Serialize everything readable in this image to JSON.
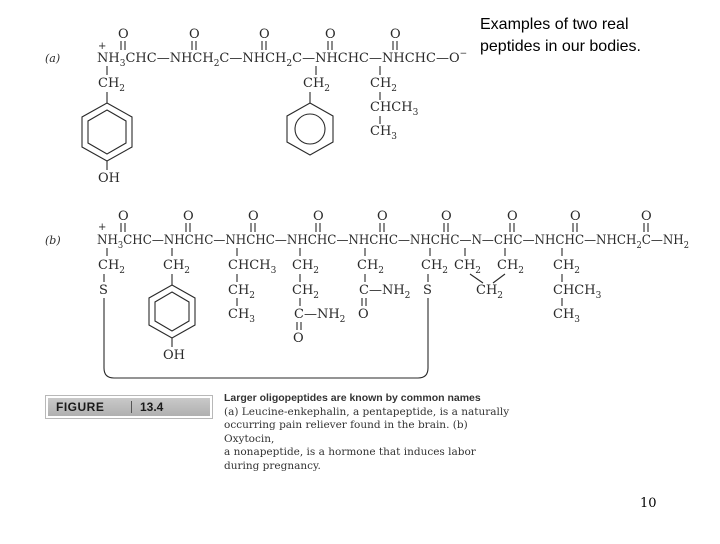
{
  "note": {
    "line1": "Examples of two real",
    "line2": "peptides in our bodies."
  },
  "figure": {
    "word": "FIGURE",
    "number": "13.4"
  },
  "caption": {
    "heading": "Larger oligopeptides are known by common names",
    "lines": [
      "(a) Leucine-enkephalin, a pentapeptide, is a naturally",
      "occurring pain reliever found in the brain. (b) Oxytocin,",
      "a nonapeptide, is a hormone that induces labor",
      "during pregnancy."
    ]
  },
  "page_number": "10",
  "structure_a": {
    "label": "(a)",
    "charge_plus": "+",
    "backbone": [
      "NH",
      "3",
      "CHC",
      "NHCH",
      "2",
      "C",
      "NHCH",
      "2",
      "C",
      "NHCHC",
      "NHCHC",
      "O",
      "−"
    ],
    "side_chains": {
      "tyr": [
        "CH",
        "2",
        "OH"
      ],
      "phe": [
        "CH",
        "2"
      ],
      "leu": [
        "CH",
        "2",
        "CHCH",
        "3",
        "CH",
        "3"
      ]
    },
    "carbonyl_o": "O"
  },
  "structure_b": {
    "label": "(b)",
    "charge_plus": "+",
    "backbone": [
      "NH",
      "3",
      "CHC",
      "NHCHC",
      "NHCHC",
      "NHCHC",
      "NHCHC",
      "NHCHC",
      "N",
      "CHC",
      "NHCHC",
      "NHCH",
      "2",
      "C",
      "NH",
      "2"
    ],
    "side_chains": {
      "cys1": [
        "CH",
        "2",
        "S"
      ],
      "tyr": [
        "CH",
        "2",
        "OH"
      ],
      "ile": [
        "CHCH",
        "3",
        "CH",
        "2",
        "CH",
        "3"
      ],
      "gln": [
        "CH",
        "2",
        "CH",
        "2",
        "C",
        "NH",
        "2",
        "O"
      ],
      "asn": [
        "CH",
        "2",
        "C",
        "NH",
        "2",
        "O"
      ],
      "cys6": [
        "CH",
        "2",
        "S"
      ],
      "pro": [
        "CH",
        "2",
        "CH",
        "2",
        "CH",
        "2"
      ],
      "leu": [
        "CH",
        "2",
        "CHCH",
        "3",
        "CH",
        "3"
      ]
    },
    "carbonyl_o": "O"
  }
}
